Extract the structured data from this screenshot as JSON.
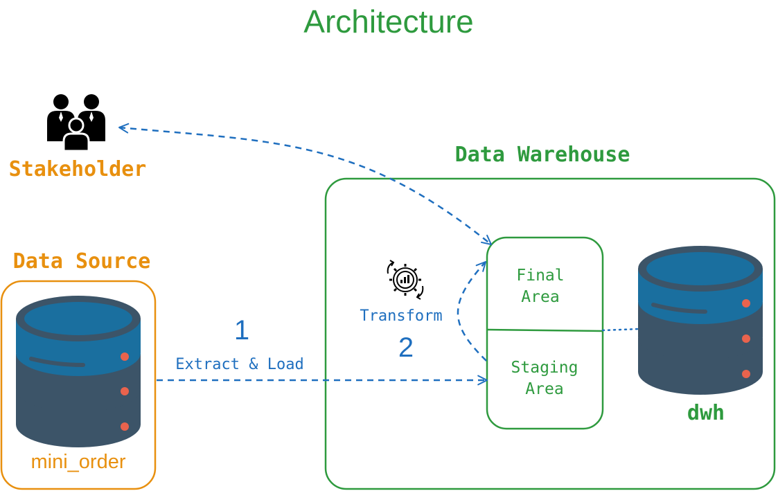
{
  "title": "Architecture",
  "colors": {
    "green": "#2e9a3e",
    "orange": "#e8900f",
    "blue": "#1f6fbf",
    "db_top": "#1a6f9f",
    "db_dark": "#3c5468",
    "db_dot": "#e9634d",
    "black": "#000000"
  },
  "stakeholder": {
    "label": "Stakeholder",
    "icon": "people-group-icon"
  },
  "data_source": {
    "heading": "Data Source",
    "db_name": "mini_order",
    "icon": "database-icon"
  },
  "data_warehouse": {
    "heading": "Data Warehouse",
    "final_area": [
      "Final",
      "Area"
    ],
    "staging_area": [
      "Staging",
      "Area"
    ],
    "db_name": "dwh",
    "icon": "database-icon"
  },
  "steps": {
    "extract_number": "1",
    "extract_label": "Extract & Load",
    "transform_number": "2",
    "transform_label": "Transform",
    "transform_icon": "gear-chart-cycle-icon"
  }
}
